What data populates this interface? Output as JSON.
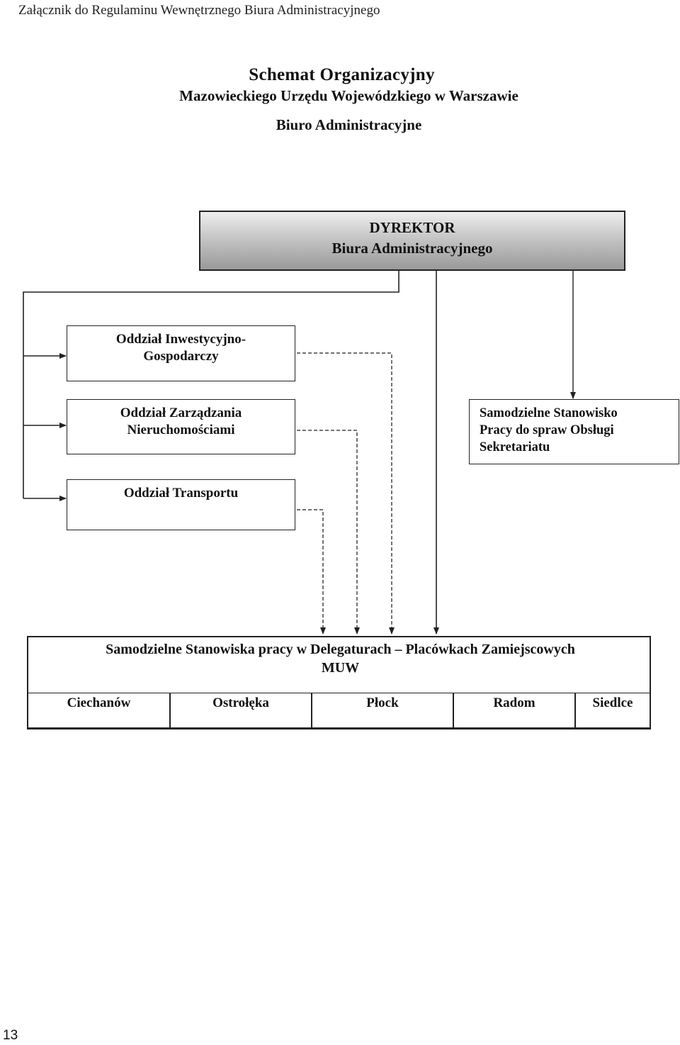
{
  "header_note": "Załącznik do Regulaminu Wewnętrznego Biura Administracyjnego",
  "title": {
    "line1": "Schemat Organizacyjny",
    "line2": "Mazowieckiego Urzędu Wojewódzkiego w Warszawie",
    "line3": "Biuro Administracyjne"
  },
  "director": {
    "line1": "DYREKTOR",
    "line2": "Biura Administracyjnego"
  },
  "departments": [
    {
      "line1": "Oddział Inwestycyjno-",
      "line2": "Gospodarczy"
    },
    {
      "line1": "Oddział Zarządzania",
      "line2": "Nieruchomościami"
    },
    {
      "line1": "Oddział Transportu"
    }
  ],
  "secretariat": {
    "line1": "Samodzielne Stanowisko",
    "line2": "Pracy do spraw Obsługi",
    "line3": "Sekretariatu"
  },
  "delegatures": {
    "title_line1": "Samodzielne Stanowiska pracy w Delegaturach – Placówkach Zamiejscowych",
    "title_line2": "MUW",
    "cities": [
      "Ciechanów",
      "Ostrołęka",
      "Płock",
      "Radom",
      "Siedlce"
    ]
  },
  "page_number": "13"
}
